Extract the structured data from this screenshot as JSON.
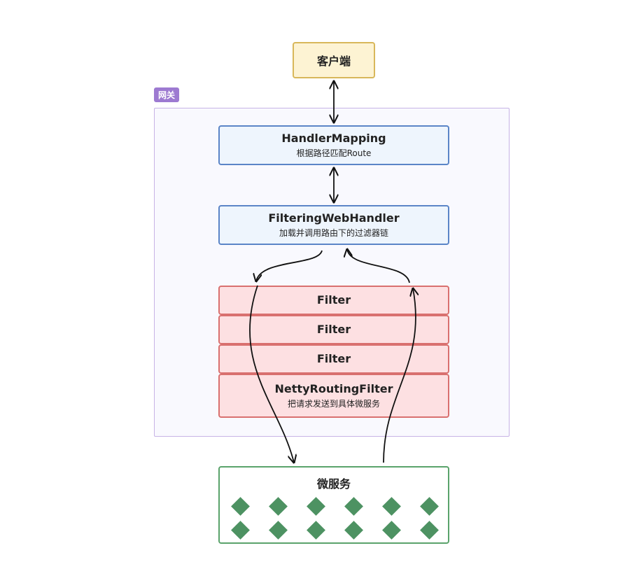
{
  "client": {
    "label": "客户端"
  },
  "gateway": {
    "tag": "网关",
    "handler_mapping": {
      "title": "HandlerMapping",
      "subtitle": "根据路径匹配Route"
    },
    "filtering_web_handler": {
      "title": "FilteringWebHandler",
      "subtitle": "加载并调用路由下的过滤器链"
    },
    "filters": [
      {
        "title": "Filter"
      },
      {
        "title": "Filter"
      },
      {
        "title": "Filter"
      }
    ],
    "netty_routing_filter": {
      "title": "NettyRoutingFilter",
      "subtitle": "把请求发送到具体微服务"
    }
  },
  "microservices": {
    "title": "微服务",
    "instance_count": 12
  },
  "colors": {
    "client_fill": "#fdf3d3",
    "client_border": "#d8b75a",
    "gateway_tag": "#9d7ad1",
    "gateway_border": "#c7b3e6",
    "blue_fill": "#eef5fd",
    "blue_border": "#5b85c7",
    "red_fill": "#fde0e2",
    "red_border": "#d9706f",
    "green_border": "#5aa36b",
    "diamond": "#4d9262"
  }
}
